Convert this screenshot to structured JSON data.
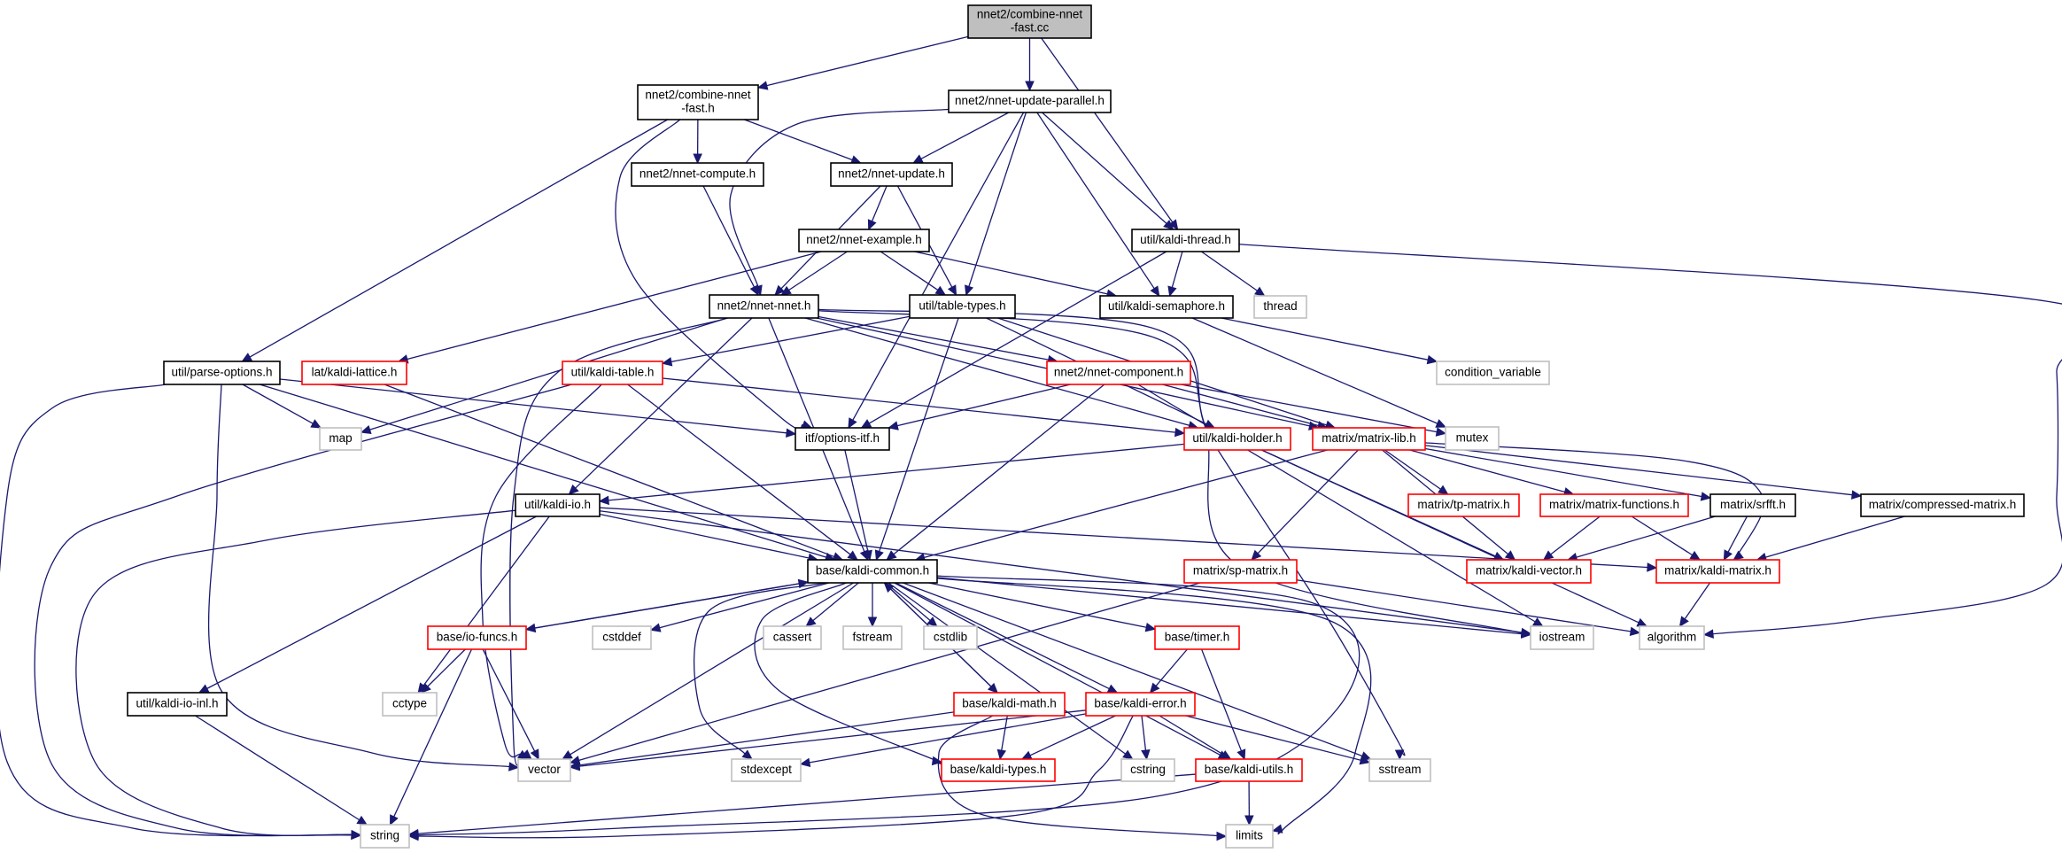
{
  "diagram": {
    "title": "Include dependency graph for nnet2/combine-nnet-fast.cc",
    "legend_colors": {
      "root_fill": "#bfbfbf",
      "documented_border": "#000000",
      "truncated_border": "#ff0000",
      "external_border": "#bfbfbf",
      "edge_color": "#191970"
    },
    "nodes": [
      {
        "id": "root",
        "label": [
          "nnet2/combine-nnet",
          "-fast.cc"
        ],
        "kind": "root"
      },
      {
        "id": "cnf_h",
        "label": [
          "nnet2/combine-nnet",
          "-fast.h"
        ],
        "kind": "normal"
      },
      {
        "id": "nup_h",
        "label": [
          "nnet2/nnet-update-parallel.h"
        ],
        "kind": "normal"
      },
      {
        "id": "ncomp_h",
        "label": [
          "nnet2/nnet-compute.h"
        ],
        "kind": "normal"
      },
      {
        "id": "nupd_h",
        "label": [
          "nnet2/nnet-update.h"
        ],
        "kind": "normal"
      },
      {
        "id": "nex_h",
        "label": [
          "nnet2/nnet-example.h"
        ],
        "kind": "normal"
      },
      {
        "id": "kthread_h",
        "label": [
          "util/kaldi-thread.h"
        ],
        "kind": "normal"
      },
      {
        "id": "nnet_h",
        "label": [
          "nnet2/nnet-nnet.h"
        ],
        "kind": "normal"
      },
      {
        "id": "ttypes_h",
        "label": [
          "util/table-types.h"
        ],
        "kind": "normal"
      },
      {
        "id": "ksem_h",
        "label": [
          "util/kaldi-semaphore.h"
        ],
        "kind": "normal"
      },
      {
        "id": "thread",
        "label": [
          "thread"
        ],
        "kind": "external"
      },
      {
        "id": "popt_h",
        "label": [
          "util/parse-options.h"
        ],
        "kind": "normal"
      },
      {
        "id": "klat_h",
        "label": [
          "lat/kaldi-lattice.h"
        ],
        "kind": "truncated"
      },
      {
        "id": "ktable_h",
        "label": [
          "util/kaldi-table.h"
        ],
        "kind": "truncated"
      },
      {
        "id": "ncompo_h",
        "label": [
          "nnet2/nnet-component.h"
        ],
        "kind": "truncated"
      },
      {
        "id": "condvar",
        "label": [
          "condition_variable"
        ],
        "kind": "external"
      },
      {
        "id": "map",
        "label": [
          "map"
        ],
        "kind": "external"
      },
      {
        "id": "oitf_h",
        "label": [
          "itf/options-itf.h"
        ],
        "kind": "normal"
      },
      {
        "id": "kholder_h",
        "label": [
          "util/kaldi-holder.h"
        ],
        "kind": "truncated"
      },
      {
        "id": "mlib_h",
        "label": [
          "matrix/matrix-lib.h"
        ],
        "kind": "truncated"
      },
      {
        "id": "mutex",
        "label": [
          "mutex"
        ],
        "kind": "external"
      },
      {
        "id": "kio_h",
        "label": [
          "util/kaldi-io.h"
        ],
        "kind": "normal"
      },
      {
        "id": "tpm_h",
        "label": [
          "matrix/tp-matrix.h"
        ],
        "kind": "truncated"
      },
      {
        "id": "mfun_h",
        "label": [
          "matrix/matrix-functions.h"
        ],
        "kind": "truncated"
      },
      {
        "id": "srfft_h",
        "label": [
          "matrix/srfft.h"
        ],
        "kind": "normal"
      },
      {
        "id": "cmat_h",
        "label": [
          "matrix/compressed-matrix.h"
        ],
        "kind": "normal"
      },
      {
        "id": "kcommon_h",
        "label": [
          "base/kaldi-common.h"
        ],
        "kind": "normal"
      },
      {
        "id": "spm_h",
        "label": [
          "matrix/sp-matrix.h"
        ],
        "kind": "truncated"
      },
      {
        "id": "kvec_h",
        "label": [
          "matrix/kaldi-vector.h"
        ],
        "kind": "truncated"
      },
      {
        "id": "kmat_h",
        "label": [
          "matrix/kaldi-matrix.h"
        ],
        "kind": "truncated"
      },
      {
        "id": "iof_h",
        "label": [
          "base/io-funcs.h"
        ],
        "kind": "truncated"
      },
      {
        "id": "cstddef",
        "label": [
          "cstddef"
        ],
        "kind": "external"
      },
      {
        "id": "cassert",
        "label": [
          "cassert"
        ],
        "kind": "external"
      },
      {
        "id": "fstream",
        "label": [
          "fstream"
        ],
        "kind": "external"
      },
      {
        "id": "cstdlib",
        "label": [
          "cstdlib"
        ],
        "kind": "external"
      },
      {
        "id": "timer_h",
        "label": [
          "base/timer.h"
        ],
        "kind": "truncated"
      },
      {
        "id": "iostream",
        "label": [
          "iostream"
        ],
        "kind": "external"
      },
      {
        "id": "algorithm",
        "label": [
          "algorithm"
        ],
        "kind": "external"
      },
      {
        "id": "kioinl_h",
        "label": [
          "util/kaldi-io-inl.h"
        ],
        "kind": "normal"
      },
      {
        "id": "cctype",
        "label": [
          "cctype"
        ],
        "kind": "external"
      },
      {
        "id": "kmath_h",
        "label": [
          "base/kaldi-math.h"
        ],
        "kind": "truncated"
      },
      {
        "id": "kerr_h",
        "label": [
          "base/kaldi-error.h"
        ],
        "kind": "truncated"
      },
      {
        "id": "vector",
        "label": [
          "vector"
        ],
        "kind": "external"
      },
      {
        "id": "stdexcept",
        "label": [
          "stdexcept"
        ],
        "kind": "external"
      },
      {
        "id": "ktypes_h",
        "label": [
          "base/kaldi-types.h"
        ],
        "kind": "truncated"
      },
      {
        "id": "cstring",
        "label": [
          "cstring"
        ],
        "kind": "external"
      },
      {
        "id": "kutils_h",
        "label": [
          "base/kaldi-utils.h"
        ],
        "kind": "truncated"
      },
      {
        "id": "sstream",
        "label": [
          "sstream"
        ],
        "kind": "external"
      },
      {
        "id": "string",
        "label": [
          "string"
        ],
        "kind": "external"
      },
      {
        "id": "limits",
        "label": [
          "limits"
        ],
        "kind": "external"
      }
    ],
    "edges": [
      [
        "root",
        "cnf_h"
      ],
      [
        "root",
        "nup_h"
      ],
      [
        "root",
        "kthread_h"
      ],
      [
        "cnf_h",
        "ncomp_h"
      ],
      [
        "cnf_h",
        "nupd_h"
      ],
      [
        "cnf_h",
        "popt_h"
      ],
      [
        "cnf_h",
        "oitf_h"
      ],
      [
        "nup_h",
        "nupd_h"
      ],
      [
        "nup_h",
        "nnet_h"
      ],
      [
        "nup_h",
        "ttypes_h"
      ],
      [
        "nup_h",
        "kthread_h"
      ],
      [
        "nup_h",
        "ksem_h"
      ],
      [
        "nup_h",
        "oitf_h"
      ],
      [
        "ncomp_h",
        "nnet_h"
      ],
      [
        "nupd_h",
        "nex_h"
      ],
      [
        "nupd_h",
        "nnet_h"
      ],
      [
        "nupd_h",
        "ttypes_h"
      ],
      [
        "nex_h",
        "nnet_h"
      ],
      [
        "nex_h",
        "ttypes_h"
      ],
      [
        "nex_h",
        "ksem_h"
      ],
      [
        "nex_h",
        "klat_h"
      ],
      [
        "kthread_h",
        "ksem_h"
      ],
      [
        "kthread_h",
        "thread"
      ],
      [
        "kthread_h",
        "algorithm"
      ],
      [
        "kthread_h",
        "oitf_h"
      ],
      [
        "ksem_h",
        "condvar"
      ],
      [
        "ksem_h",
        "mutex"
      ],
      [
        "nnet_h",
        "ncompo_h"
      ],
      [
        "nnet_h",
        "kio_h"
      ],
      [
        "nnet_h",
        "kcommon_h"
      ],
      [
        "nnet_h",
        "map"
      ],
      [
        "nnet_h",
        "vector"
      ],
      [
        "nnet_h",
        "iostream"
      ],
      [
        "nnet_h",
        "mlib_h"
      ],
      [
        "nnet_h",
        "kholder_h"
      ],
      [
        "nnet_h",
        "sstream"
      ],
      [
        "ttypes_h",
        "ktable_h"
      ],
      [
        "ttypes_h",
        "kholder_h"
      ],
      [
        "ttypes_h",
        "mlib_h"
      ],
      [
        "ttypes_h",
        "kcommon_h"
      ],
      [
        "popt_h",
        "map"
      ],
      [
        "popt_h",
        "vector"
      ],
      [
        "popt_h",
        "string"
      ],
      [
        "popt_h",
        "oitf_h"
      ],
      [
        "popt_h",
        "kcommon_h"
      ],
      [
        "klat_h",
        "kcommon_h"
      ],
      [
        "ktable_h",
        "kholder_h"
      ],
      [
        "ktable_h",
        "vector"
      ],
      [
        "ktable_h",
        "string"
      ],
      [
        "ktable_h",
        "kcommon_h"
      ],
      [
        "ncompo_h",
        "oitf_h"
      ],
      [
        "ncompo_h",
        "mlib_h"
      ],
      [
        "ncompo_h",
        "mutex"
      ],
      [
        "ncompo_h",
        "kcommon_h"
      ],
      [
        "ncompo_h",
        "iostream"
      ],
      [
        "oitf_h",
        "kcommon_h"
      ],
      [
        "kholder_h",
        "kio_h"
      ],
      [
        "kholder_h",
        "kvec_h"
      ],
      [
        "kholder_h",
        "algorithm"
      ],
      [
        "mlib_h",
        "tpm_h"
      ],
      [
        "mlib_h",
        "mfun_h"
      ],
      [
        "mlib_h",
        "srfft_h"
      ],
      [
        "mlib_h",
        "cmat_h"
      ],
      [
        "mlib_h",
        "kvec_h"
      ],
      [
        "mlib_h",
        "kmat_h"
      ],
      [
        "mlib_h",
        "spm_h"
      ],
      [
        "mlib_h",
        "kcommon_h"
      ],
      [
        "kio_h",
        "kcommon_h"
      ],
      [
        "kio_h",
        "kioinl_h"
      ],
      [
        "kio_h",
        "cctype"
      ],
      [
        "kio_h",
        "string"
      ],
      [
        "kio_h",
        "kmat_h"
      ],
      [
        "kio_h",
        "iostream"
      ],
      [
        "mfun_h",
        "kvec_h"
      ],
      [
        "mfun_h",
        "kmat_h"
      ],
      [
        "srfft_h",
        "kvec_h"
      ],
      [
        "srfft_h",
        "kmat_h"
      ],
      [
        "cmat_h",
        "kmat_h"
      ],
      [
        "spm_h",
        "vector"
      ],
      [
        "spm_h",
        "algorithm"
      ],
      [
        "kmat_h",
        "algorithm"
      ],
      [
        "kcommon_h",
        "iof_h"
      ],
      [
        "kcommon_h",
        "cstddef"
      ],
      [
        "kcommon_h",
        "cassert"
      ],
      [
        "kcommon_h",
        "fstream"
      ],
      [
        "kcommon_h",
        "cstdlib"
      ],
      [
        "kcommon_h",
        "timer_h"
      ],
      [
        "kcommon_h",
        "kmath_h"
      ],
      [
        "kcommon_h",
        "kerr_h"
      ],
      [
        "kcommon_h",
        "vector"
      ],
      [
        "kcommon_h",
        "stdexcept"
      ],
      [
        "kcommon_h",
        "ktypes_h"
      ],
      [
        "kcommon_h",
        "cstring"
      ],
      [
        "kcommon_h",
        "kutils_h"
      ],
      [
        "kcommon_h",
        "sstream"
      ],
      [
        "kcommon_h",
        "iostream"
      ],
      [
        "kcommon_h",
        "string"
      ],
      [
        "kcommon_h",
        "limits"
      ],
      [
        "iof_h",
        "cctype"
      ],
      [
        "iof_h",
        "vector"
      ],
      [
        "iof_h",
        "string"
      ],
      [
        "iof_h",
        "kcommon_h"
      ],
      [
        "kmath_h",
        "ktypes_h"
      ],
      [
        "kmath_h",
        "limits"
      ],
      [
        "kmath_h",
        "vector"
      ],
      [
        "kmath_h",
        "kcommon_h"
      ],
      [
        "timer_h",
        "kerr_h"
      ],
      [
        "timer_h",
        "kutils_h"
      ],
      [
        "kerr_h",
        "stdexcept"
      ],
      [
        "kerr_h",
        "ktypes_h"
      ],
      [
        "kerr_h",
        "cstring"
      ],
      [
        "kerr_h",
        "kutils_h"
      ],
      [
        "kerr_h",
        "sstream"
      ],
      [
        "kerr_h",
        "vector"
      ],
      [
        "kerr_h",
        "string"
      ],
      [
        "kioinl_h",
        "string"
      ],
      [
        "kutils_h",
        "limits"
      ],
      [
        "kutils_h",
        "string"
      ]
    ]
  }
}
